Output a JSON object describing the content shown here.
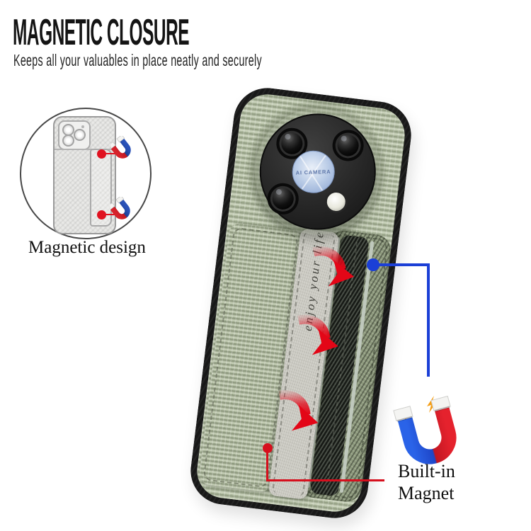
{
  "header": {
    "title": "MAGNETIC CLOSURE",
    "subtitle": "Keeps all your valuables in place neatly and securely"
  },
  "diagram": {
    "label": "Magnetic design"
  },
  "phone": {
    "disc_text": "AI CAMERA",
    "strap_text": "enjoy your life"
  },
  "callout": {
    "line1": "Built-in",
    "line2": "Magnet"
  },
  "icons": {
    "magnet": "horseshoe-magnet-icon",
    "spark": "spark-icon",
    "arrow": "insert-arrow-icon"
  },
  "colors": {
    "case_green": "#aeb99e",
    "rim_black": "#181818",
    "accent_red": "#e30617",
    "accent_blue": "#1b3fd6",
    "magnet_blue": "#2a63e8",
    "magnet_red": "#d6232b",
    "spark_orange": "#f59e15"
  }
}
